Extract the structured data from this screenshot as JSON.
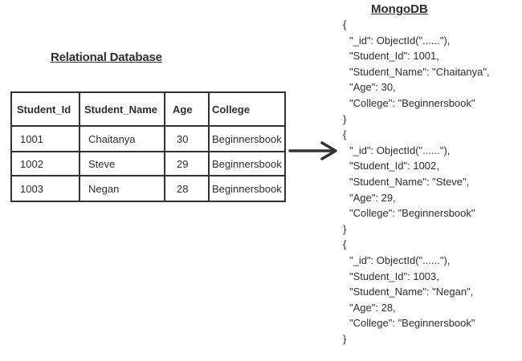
{
  "relational": {
    "title": "Relational Database",
    "headers": [
      "Student_Id",
      "Student_Name",
      "Age",
      "College"
    ],
    "rows": [
      [
        "1001",
        "Chaitanya",
        "30",
        "Beginnersbook"
      ],
      [
        "1002",
        "Steve",
        "29",
        "Beginnersbook"
      ],
      [
        "1003",
        "Negan",
        "28",
        "Beginnersbook"
      ]
    ]
  },
  "mongodb": {
    "title": "MongoDB",
    "documents": [
      {
        "open": "{",
        "lines": [
          "\"_id\": ObjectId(\"......\"),",
          "\"Student_Id\":  1001,",
          "\"Student_Name\":  \"Chaitanya\",",
          "\"Age\": 30,",
          "\"College\":  \"Beginnersbook\""
        ],
        "close": "}"
      },
      {
        "open": "{",
        "lines": [
          "\"_id\": ObjectId(\"......\"),",
          "\"Student_Id\":  1002,",
          "\"Student_Name\":  \"Steve\",",
          "\"Age\": 29,",
          "\"College\":  \"Beginnersbook\""
        ],
        "close": "}"
      },
      {
        "open": "{",
        "lines": [
          "\"_id\": ObjectId(\"......\"),",
          "\"Student_Id\":  1003,",
          "\"Student_Name\":  \"Negan\",",
          "\"Age\": 28,",
          "\"College\":  \"Beginnersbook\""
        ],
        "close": "}"
      }
    ]
  },
  "arrow_icon": "right-arrow-icon",
  "colors": {
    "ink": "#2e2e2e",
    "border": "#333333",
    "background": "#ffffff"
  }
}
